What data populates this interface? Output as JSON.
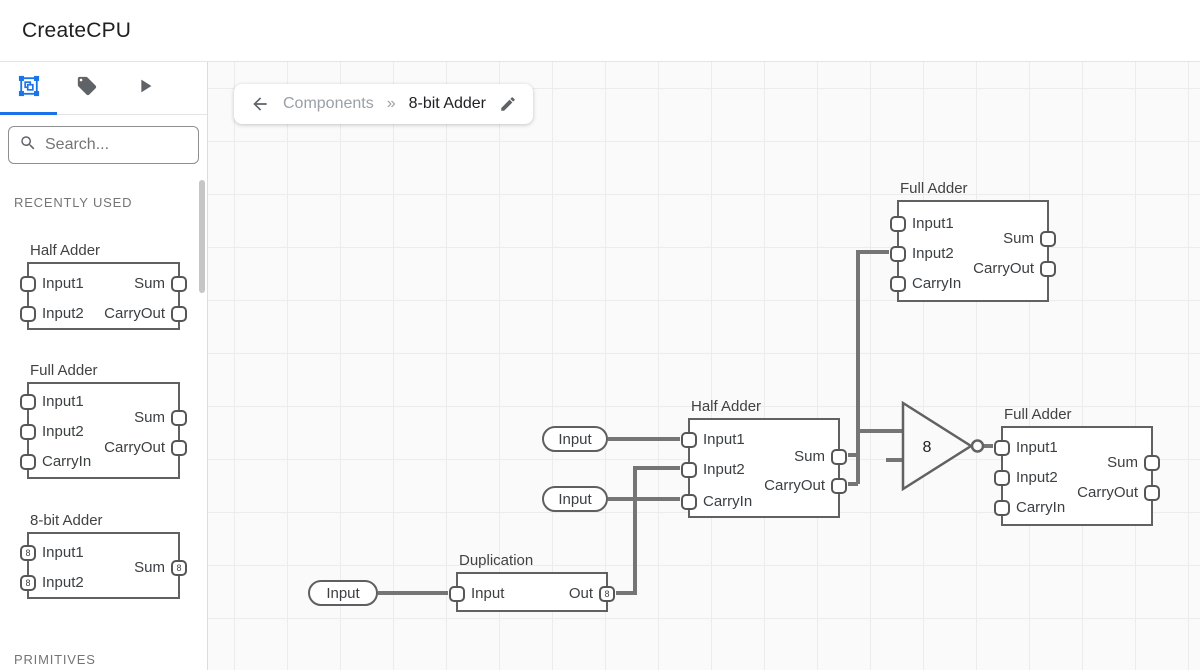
{
  "app": {
    "title": "CreateCPU"
  },
  "colors": {
    "accent": "#1a73e8",
    "node_border": "#616161",
    "wire": "#757575",
    "canvas_bg": "#fafafa"
  },
  "icons": {
    "tab_components": "components-icon",
    "tab_tags": "tag-icon",
    "tab_run": "play-icon",
    "search": "search-icon",
    "back": "arrow-left-icon",
    "edit": "pencil-icon"
  },
  "sidebar": {
    "search": {
      "placeholder": "Search..."
    },
    "recently_used_label": "RECENTLY USED",
    "primitives_label": "PRIMITIVES",
    "previews": [
      {
        "title": "Half Adder",
        "left": [
          {
            "label": "Input1"
          },
          {
            "label": "Input2"
          }
        ],
        "right": [
          {
            "label": "Sum"
          },
          {
            "label": "CarryOut"
          }
        ]
      },
      {
        "title": "Full Adder",
        "left": [
          {
            "label": "Input1"
          },
          {
            "label": "Input2"
          },
          {
            "label": "CarryIn"
          }
        ],
        "right": [
          {
            "label": "Sum"
          },
          {
            "label": "CarryOut"
          }
        ]
      },
      {
        "title": "8-bit Adder",
        "left": [
          {
            "label": "Input1",
            "bits": "8"
          },
          {
            "label": "Input2",
            "bits": "8"
          }
        ],
        "right": [
          {
            "label": "Sum",
            "bits": "8"
          }
        ]
      }
    ]
  },
  "breadcrumb": {
    "parent": "Components",
    "separator": "»",
    "current": "8-bit Adder"
  },
  "canvas": {
    "nodes": [
      {
        "title": "Full Adder",
        "left": [
          {
            "label": "Input1"
          },
          {
            "label": "Input2"
          },
          {
            "label": "CarryIn"
          }
        ],
        "right": [
          {
            "label": "Sum"
          },
          {
            "label": "CarryOut"
          }
        ]
      },
      {
        "title": "Half Adder",
        "left": [
          {
            "label": "Input1"
          },
          {
            "label": "Input2"
          },
          {
            "label": "CarryIn"
          }
        ],
        "right": [
          {
            "label": "Sum"
          },
          {
            "label": "CarryOut"
          }
        ]
      },
      {
        "title": "Full Adder",
        "left": [
          {
            "label": "Input1"
          },
          {
            "label": "Input2"
          },
          {
            "label": "CarryIn"
          }
        ],
        "right": [
          {
            "label": "Sum"
          },
          {
            "label": "CarryOut"
          }
        ]
      },
      {
        "title": "Duplication",
        "left": [
          {
            "label": "Input"
          }
        ],
        "right": [
          {
            "label": "Out",
            "bits": "8"
          }
        ]
      }
    ],
    "input_pills": [
      {
        "label": "Input"
      },
      {
        "label": "Input"
      },
      {
        "label": "Input"
      }
    ],
    "gate": {
      "label": "8"
    }
  }
}
